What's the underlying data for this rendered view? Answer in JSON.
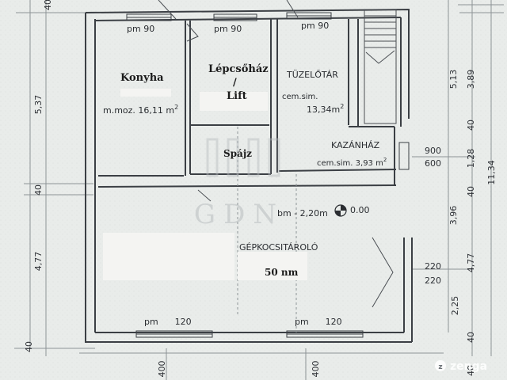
{
  "rooms": {
    "kitchen": {
      "name": "Konyha",
      "desc": "m.moz. 16,11 m",
      "sup": "2"
    },
    "stairwell": {
      "name": "Lépcsőház",
      "slash": "/",
      "lift": "Lift"
    },
    "pantry": {
      "name": "Spájz"
    },
    "fuel_storage": {
      "name": "TÜZELŐTÁR",
      "desc": "cem.sim.",
      "area": "13,34m",
      "sup": "2"
    },
    "boiler": {
      "name": "KAZÁNHÁZ",
      "desc": "cem.sim. 3,93 m",
      "sup": "2"
    },
    "garage": {
      "name": "GÉPKOCSITÁROLÓ",
      "height": "bm - 2,20m",
      "level": "0.00",
      "area_note": "50 nm"
    }
  },
  "openings": {
    "top1": "pm 90",
    "top2": "pm 90",
    "top3": "pm 90",
    "bottom1": "pm      120",
    "bottom2": "pm      120",
    "door_boiler_a": "900",
    "door_boiler_b": "600",
    "door_garage_a": "220",
    "door_garage_b": "220"
  },
  "dimensions": {
    "left": [
      "5,37",
      "40",
      "4,77",
      "40"
    ],
    "right_outer": [
      "5,13",
      "3,89",
      "40",
      "1,28",
      "40",
      "3,96",
      "4,77",
      "2,25",
      "40",
      "40"
    ],
    "right_total": "11,34",
    "top_corner": "40",
    "bottom": [
      "400",
      "400"
    ]
  },
  "watermark": "GDN",
  "brand": "zenga"
}
